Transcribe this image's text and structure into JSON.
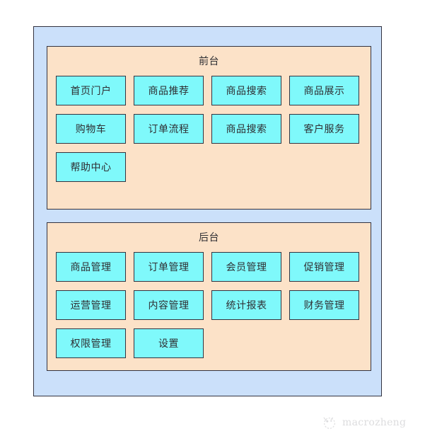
{
  "diagram": {
    "title": "",
    "colors": {
      "page_background": "#ffffff",
      "outer_panel": "#cbe0fa",
      "section_panel": "#fce2c8",
      "node_fill": "#7ff9fb",
      "border": "#333340",
      "text": "#2f2f33"
    },
    "sections": [
      {
        "id": "frontend",
        "title": "前台",
        "nodes": [
          {
            "label": "首页门户"
          },
          {
            "label": "商品推荐"
          },
          {
            "label": "商品搜索"
          },
          {
            "label": "商品展示"
          },
          {
            "label": "购物车"
          },
          {
            "label": "订单流程"
          },
          {
            "label": "商品搜索"
          },
          {
            "label": "客户服务"
          },
          {
            "label": "帮助中心"
          }
        ]
      },
      {
        "id": "backend",
        "title": "后台",
        "nodes": [
          {
            "label": "商品管理"
          },
          {
            "label": "订单管理"
          },
          {
            "label": "会员管理"
          },
          {
            "label": "促销管理"
          },
          {
            "label": "运营管理"
          },
          {
            "label": "内容管理"
          },
          {
            "label": "统计报表"
          },
          {
            "label": "财务管理"
          },
          {
            "label": "权限管理"
          },
          {
            "label": "设置"
          }
        ]
      }
    ]
  },
  "watermark": {
    "text": "macrozheng",
    "icon": "circle-logo-icon"
  }
}
